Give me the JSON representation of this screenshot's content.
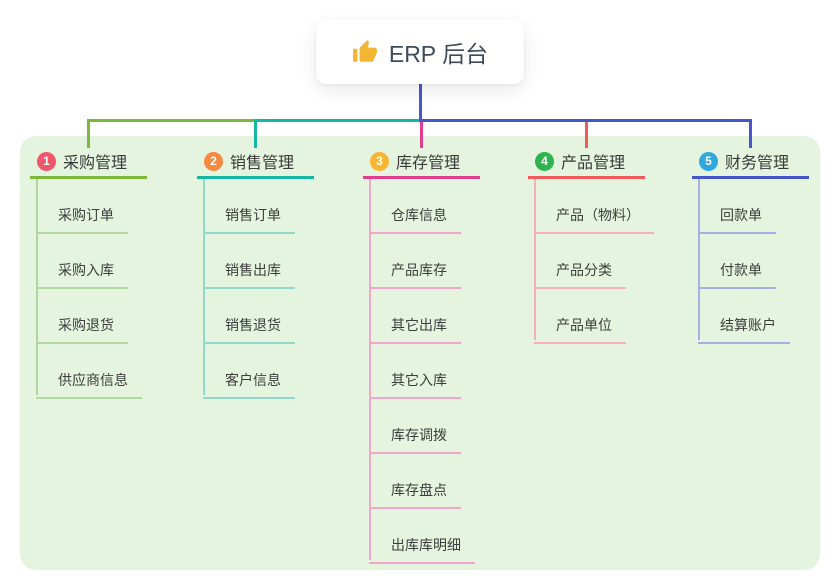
{
  "root": {
    "label": "ERP 后台",
    "icon": "thumbs-up-icon",
    "icon_color": "#f2b632",
    "connector_color": "#4657ce"
  },
  "panel": {
    "background": "#e4f4df"
  },
  "branches": [
    {
      "badge": "1",
      "badge_color": "#f0576b",
      "label": "采购管理",
      "line_color": "#7db83d",
      "item_line_color": "#b0d89c",
      "items": [
        "采购订单",
        "采购入库",
        "采购退货",
        "供应商信息"
      ]
    },
    {
      "badge": "2",
      "badge_color": "#f6893f",
      "label": "销售管理",
      "line_color": "#14b8a2",
      "item_line_color": "#8fd8ca",
      "items": [
        "销售订单",
        "销售出库",
        "销售退货",
        "客户信息"
      ]
    },
    {
      "badge": "3",
      "badge_color": "#f6b632",
      "label": "库存管理",
      "line_color": "#e13b92",
      "item_line_color": "#f3a6cb",
      "items": [
        "仓库信息",
        "产品库存",
        "其它出库",
        "其它入库",
        "库存调拨",
        "库存盘点",
        "出库库明细"
      ]
    },
    {
      "badge": "4",
      "badge_color": "#2fb350",
      "label": "产品管理",
      "line_color": "#f15a5a",
      "item_line_color": "#f6b0b4",
      "items": [
        "产品（物料）",
        "产品分类",
        "产品单位"
      ]
    },
    {
      "badge": "5",
      "badge_color": "#30a8de",
      "label": "财务管理",
      "line_color": "#4657ce",
      "item_line_color": "#a6afe6",
      "items": [
        "回款单",
        "付款单",
        "结算账户"
      ]
    }
  ]
}
